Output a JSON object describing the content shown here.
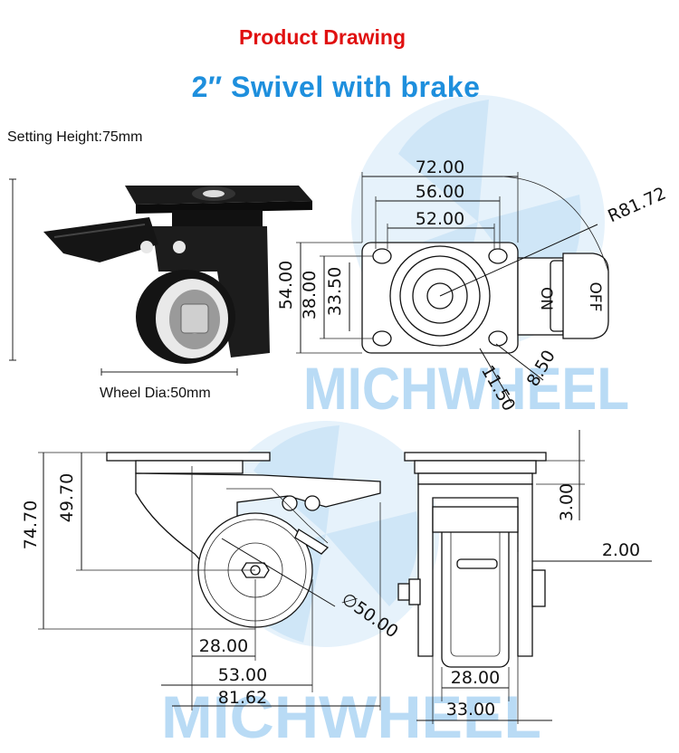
{
  "header": {
    "title": "Product Drawing",
    "product": "2″ Swivel with brake"
  },
  "photo": {
    "setting_height": "Setting Height:75mm",
    "wheel_dia": "Wheel Dia:50mm"
  },
  "top_view": {
    "width_outer": "72.00",
    "width_mid": "56.00",
    "width_inner": "52.00",
    "height_outer": "54.00",
    "height_mid": "38.00",
    "height_inner": "33.50",
    "swivel_radius": "R81.72",
    "slot_length": "11.50",
    "slot_width": "8.50",
    "brake_on": "ON",
    "brake_off": "OFF"
  },
  "side_view": {
    "total_height": "74.70",
    "axle_height": "49.70",
    "wheel_diameter": "∅50.00",
    "offset": "28.00",
    "half_length": "53.00",
    "total_length": "81.62"
  },
  "front_view": {
    "plate_thickness": "3.00",
    "gap": "2.00",
    "wheel_width": "28.00",
    "fork_width": "33.00"
  },
  "watermark": {
    "brand": "MICHWHEEL"
  },
  "colors": {
    "title": "#e01010",
    "product": "#1e8fdd",
    "watermark": "#b9dbf5"
  }
}
